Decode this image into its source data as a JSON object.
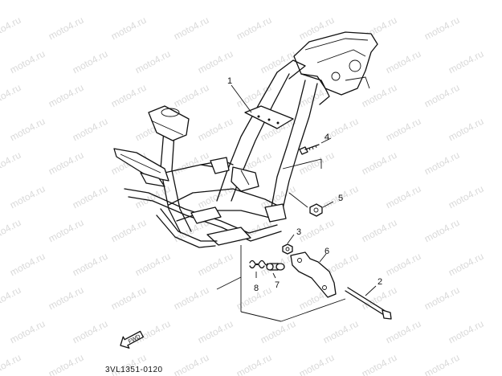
{
  "watermark": "moto4.ru",
  "callouts": [
    "1",
    "2",
    "3",
    "4",
    "5",
    "6",
    "7",
    "8"
  ],
  "fwd_label": "FWD",
  "diagram_code": "3VL1351-0120",
  "colors": {
    "ink": "#111111",
    "watermark": "#c9c9c9",
    "background": "#ffffff"
  }
}
